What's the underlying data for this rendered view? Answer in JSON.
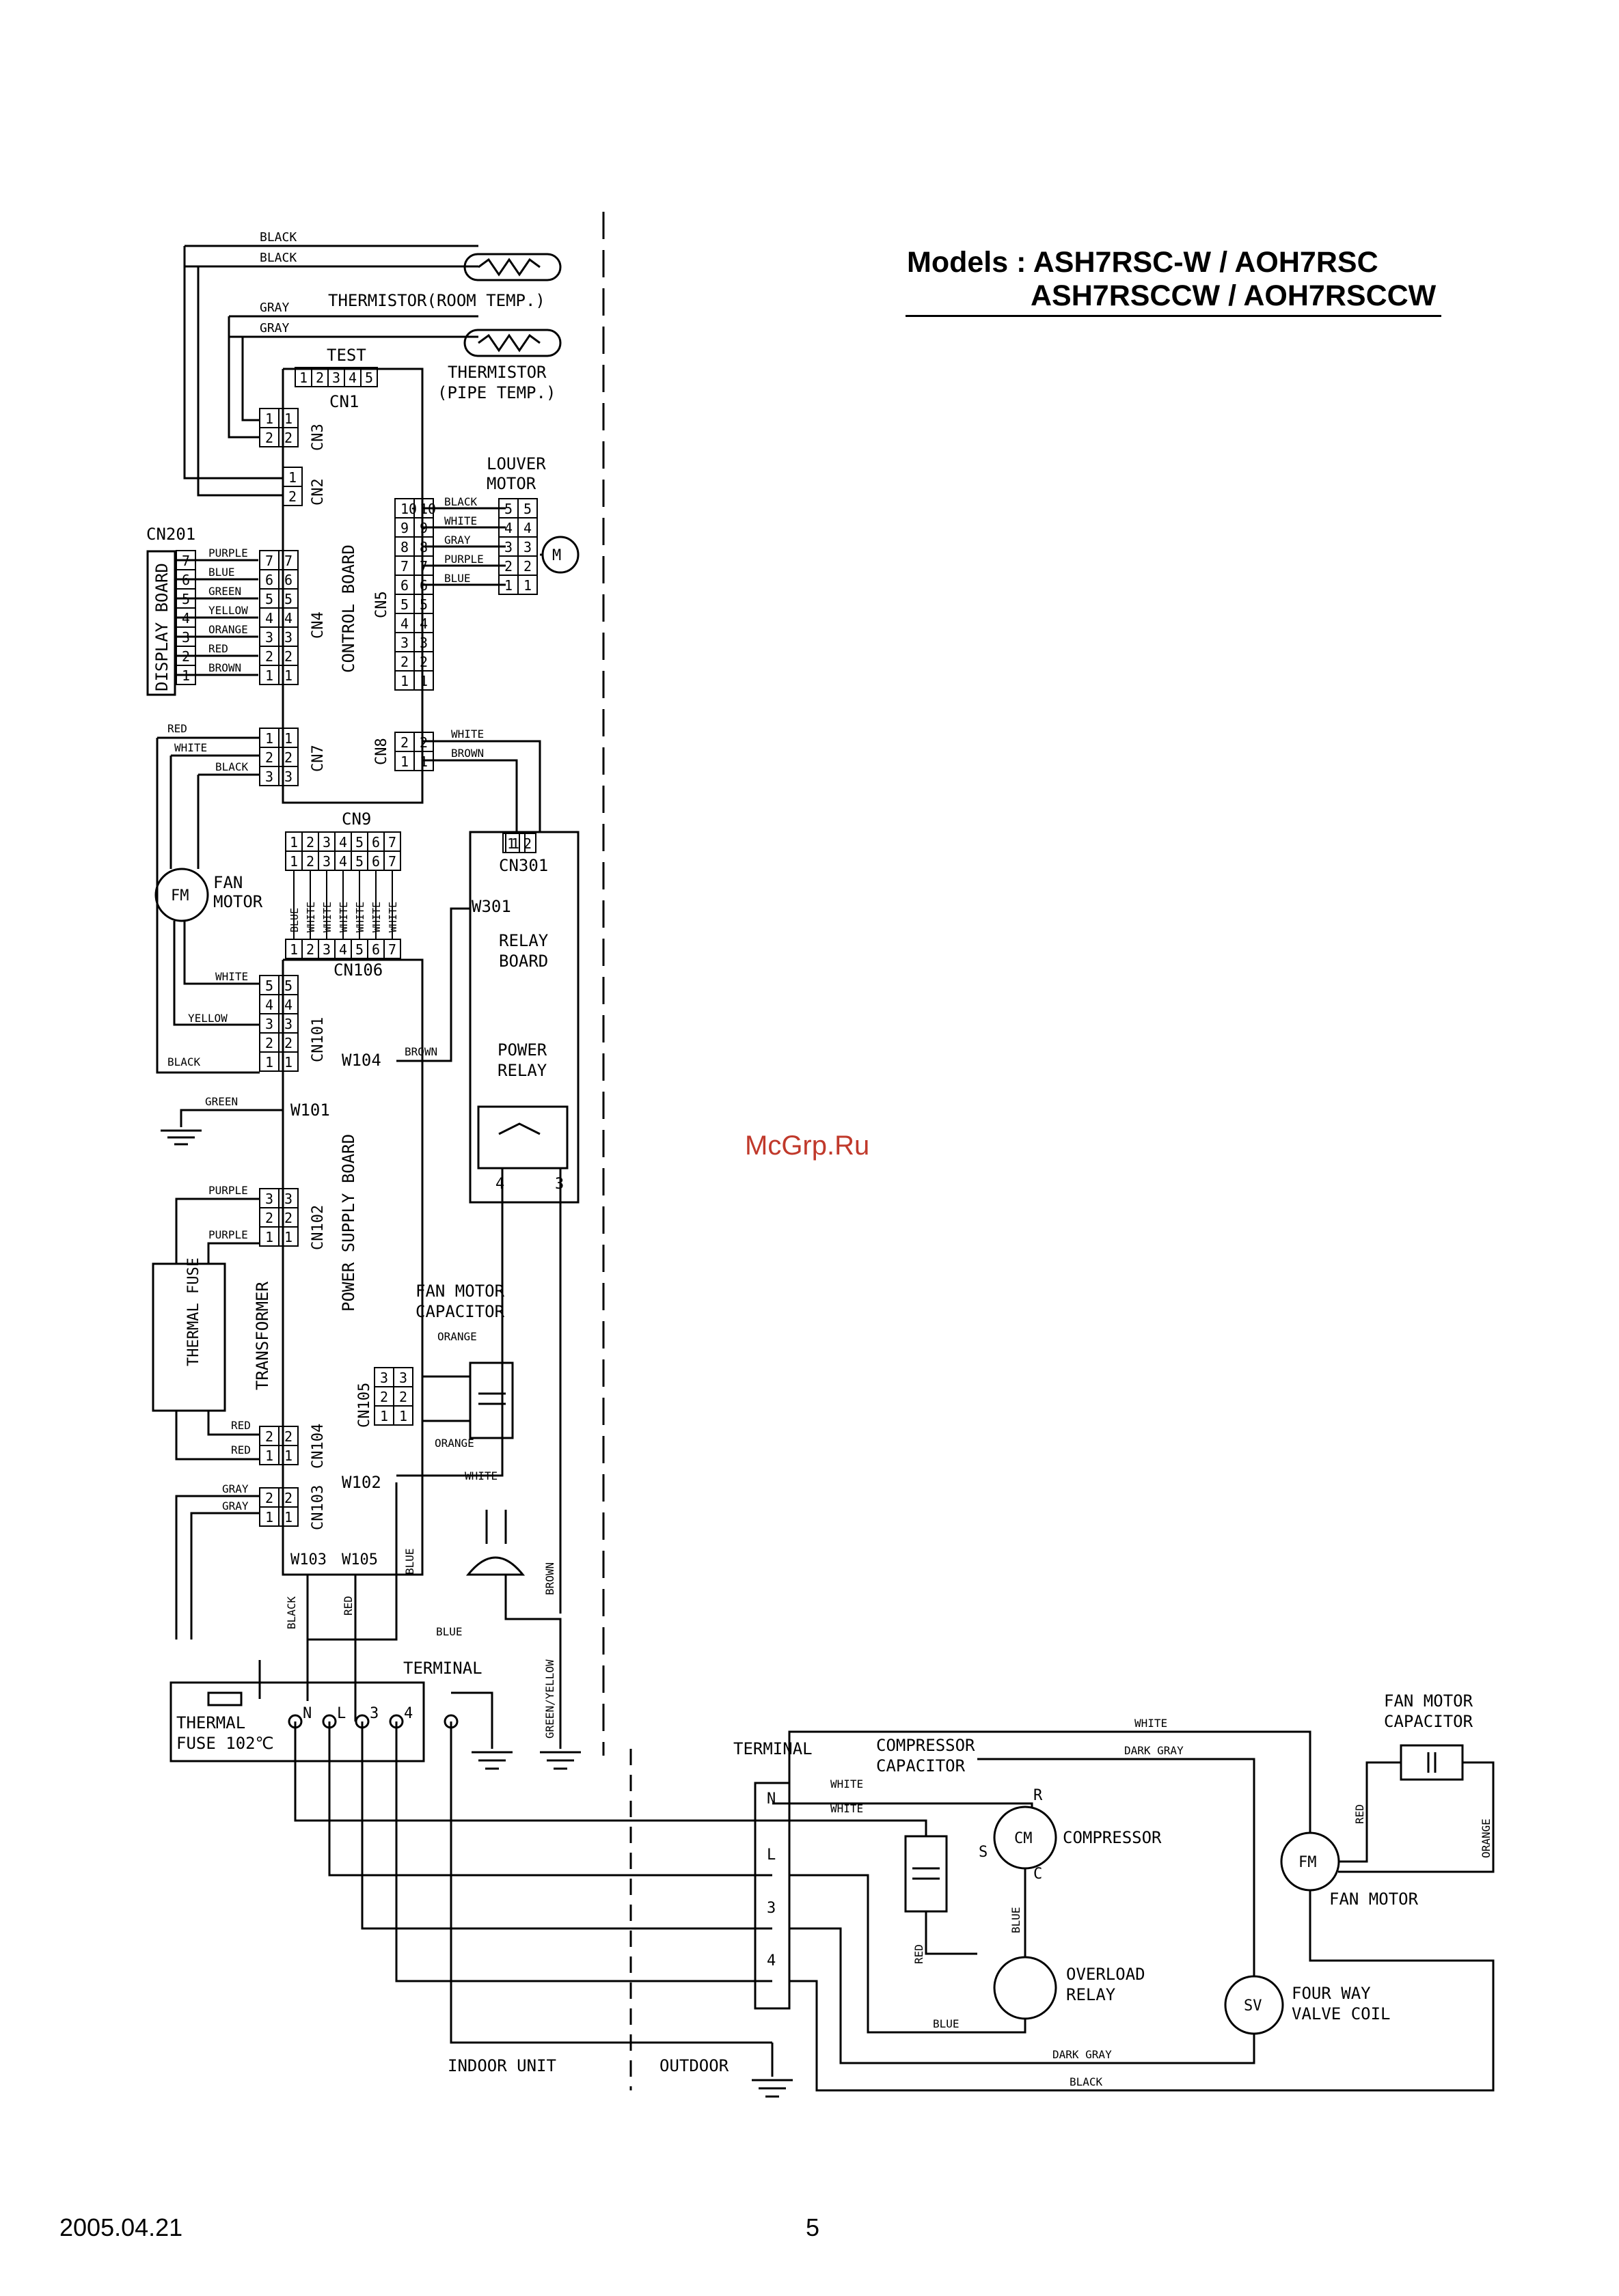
{
  "header": {
    "models_line1": "Models : ASH7RSC-W  / AOH7RSC",
    "models_line2": "ASH7RSCCW  / AOH7RSCCW"
  },
  "footer": {
    "date": "2005.04.21",
    "page_number": "5"
  },
  "watermark": "McGrp.Ru",
  "colors": {
    "ink": "#000000",
    "watermark": "#c0392b",
    "background": "#ffffff"
  },
  "labels": {
    "thermistor_room": "THERMISTOR(ROOM TEMP.)",
    "thermistor_pipe_1": "THERMISTOR",
    "thermistor_pipe_2": "(PIPE TEMP.)",
    "test": "TEST",
    "cn1": "CN1",
    "cn2": "CN2",
    "cn3": "CN3",
    "cn4": "CN4",
    "cn5": "CN5",
    "cn7": "CN7",
    "cn8": "CN8",
    "cn9": "CN9",
    "cn106": "CN106",
    "cn101": "CN101",
    "cn102": "CN102",
    "cn103": "CN103",
    "cn104": "CN104",
    "cn105": "CN105",
    "cn201": "CN201",
    "cn301": "CN301",
    "w101": "W101",
    "w102": "W102",
    "w103": "W103",
    "w104": "W104",
    "w105": "W105",
    "w301": "W301",
    "louver_motor_1": "LOUVER",
    "louver_motor_2": "MOTOR",
    "display_board": "DISPLAY BOARD",
    "control_board": "CONTROL BOARD",
    "power_supply_board": "POWER SUPPLY BOARD",
    "relay_board_1": "RELAY",
    "relay_board_2": "BOARD",
    "power_relay_1": "POWER",
    "power_relay_2": "RELAY",
    "fan_motor_1": "FAN",
    "fan_motor_2": "MOTOR",
    "fm": "FM",
    "m": "M",
    "transformer": "TRANSFORMER",
    "thermal_fuse_inner": "THERMAL FUSE",
    "fan_motor_capacitor_1": "FAN MOTOR",
    "fan_motor_capacitor_2": "CAPACITOR",
    "terminal": "TERMINAL",
    "thermal_fuse_1": "THERMAL",
    "thermal_fuse_2": "FUSE 102℃",
    "indoor_unit": "INDOOR UNIT",
    "outdoor": "OUTDOOR",
    "compressor_capacitor_1": "COMPRESSOR",
    "compressor_capacitor_2": "CAPACITOR",
    "compressor": "COMPRESSOR",
    "cm": "CM",
    "overload_relay_1": "OVERLOAD",
    "overload_relay_2": "RELAY",
    "four_way_1": "FOUR WAY",
    "four_way_2": "VALVE COIL",
    "sv": "SV",
    "fan_motor_out": "FAN MOTOR",
    "fan_motor_capacitor_out_1": "FAN MOTOR",
    "fan_motor_capacitor_out_2": "CAPACITOR",
    "r": "R",
    "s": "S",
    "c": "C",
    "n": "N",
    "l": "L",
    "t3": "3",
    "t4": "4",
    "relay_pin4": "4",
    "relay_pin3": "3"
  },
  "wires": {
    "black": "BLACK",
    "gray": "GRAY",
    "white": "WHITE",
    "purple": "PURPLE",
    "blue": "BLUE",
    "green": "GREEN",
    "yellow": "YELLOW",
    "orange": "ORANGE",
    "red": "RED",
    "brown": "BROWN",
    "green_yellow": "GREEN/YELLOW",
    "dark_gray": "DARK GRAY"
  },
  "cn1_pins": [
    "1",
    "2",
    "3",
    "4",
    "5"
  ],
  "cn9_pins": [
    "1",
    "2",
    "3",
    "4",
    "5",
    "6",
    "7"
  ],
  "cn9_wires": [
    "BLUE",
    "WHITE",
    "WHITE",
    "WHITE",
    "WHITE",
    "WHITE",
    "WHITE"
  ]
}
